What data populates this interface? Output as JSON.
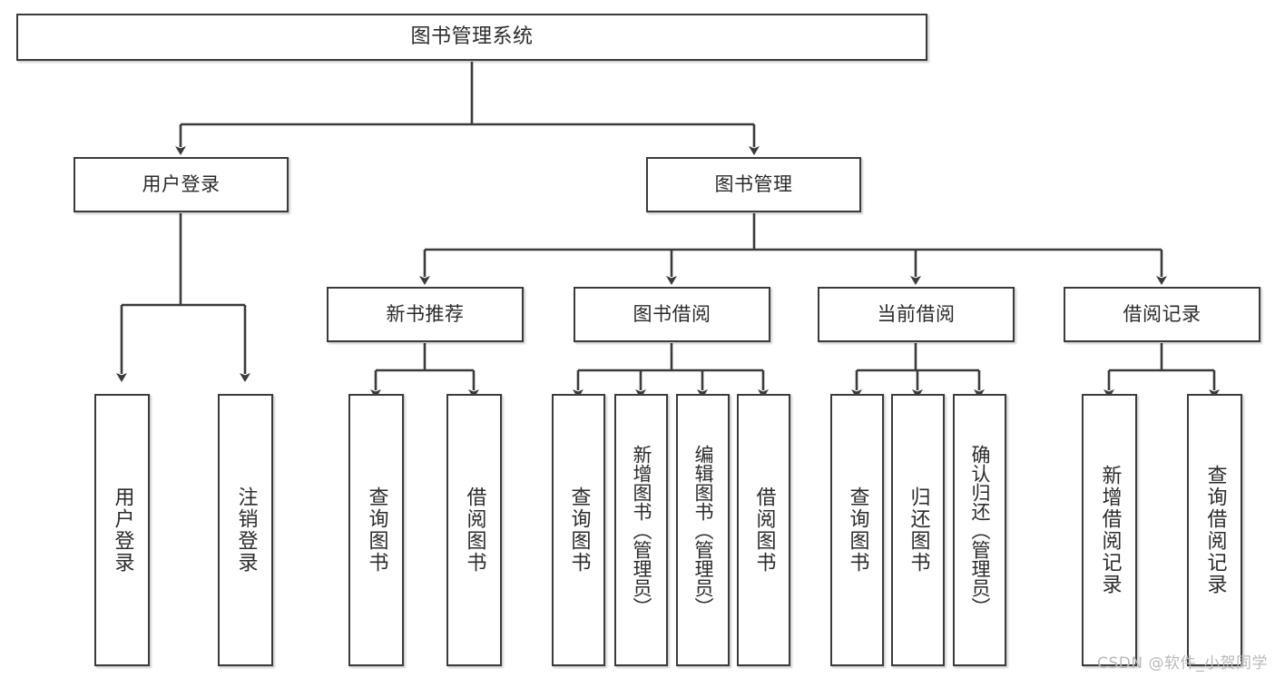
{
  "diagram": {
    "title": "图书管理系统",
    "type": "hierarchy-tree",
    "stroke_color": "#3b3b3b",
    "fill_color": "#ffffff",
    "text_color": "#2b2b2b",
    "root": {
      "label": "图书管理系统"
    },
    "level2": [
      {
        "label": "用户登录"
      },
      {
        "label": "图书管理"
      }
    ],
    "level3": [
      {
        "label": "新书推荐"
      },
      {
        "label": "图书借阅"
      },
      {
        "label": "当前借阅"
      },
      {
        "label": "借阅记录"
      }
    ],
    "leaves": {
      "user_login": [
        {
          "label": "用户登录"
        },
        {
          "label": "注销登录"
        }
      ],
      "new_book_recommend": [
        {
          "label": "查询图书"
        },
        {
          "label": "借阅图书"
        }
      ],
      "book_borrow": [
        {
          "label": "查询图书"
        },
        {
          "label": "新增图书（管理员）"
        },
        {
          "label": "编辑图书（管理员）"
        },
        {
          "label": "借阅图书"
        }
      ],
      "current_borrow": [
        {
          "label": "查询图书"
        },
        {
          "label": "归还图书"
        },
        {
          "label": "确认归还（管理员）"
        }
      ],
      "borrow_records": [
        {
          "label": "新增借阅记录"
        },
        {
          "label": "查询借阅记录"
        }
      ]
    }
  },
  "watermark": {
    "text": "CSDN @软件_小贺同学"
  }
}
